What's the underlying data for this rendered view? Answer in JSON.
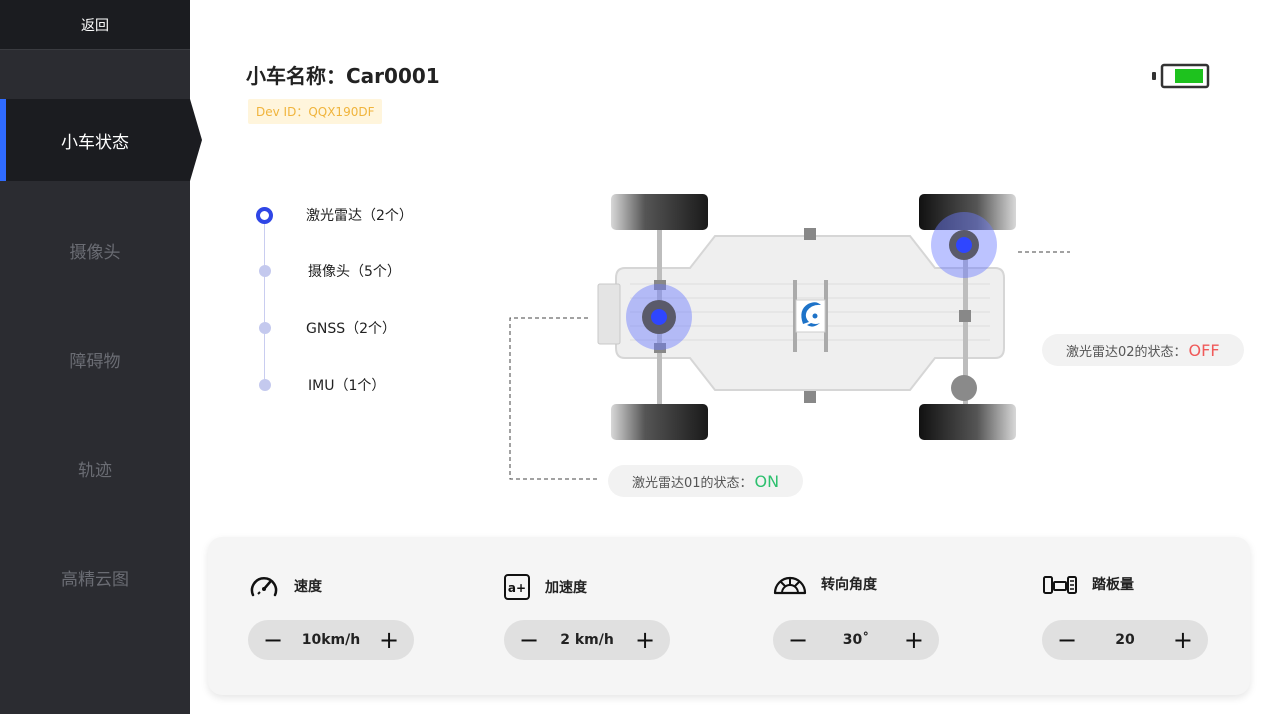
{
  "sidebar": {
    "back_label": "返回",
    "items": [
      {
        "label": "小车状态",
        "active": true
      },
      {
        "label": "摄像头",
        "active": false
      },
      {
        "label": "障碍物",
        "active": false
      },
      {
        "label": "轨迹",
        "active": false
      },
      {
        "label": "高精云图",
        "active": false
      }
    ]
  },
  "header": {
    "car_name": "小车名称：Car0001",
    "dev_id": "Dev ID：QQX190DF",
    "battery_level": 0.7
  },
  "sensors": [
    {
      "label": "激光雷达（2个）",
      "active": true
    },
    {
      "label": "摄像头（5个）",
      "active": false
    },
    {
      "label": "GNSS（2个）",
      "active": false
    },
    {
      "label": "IMU（1个）",
      "active": false
    }
  ],
  "lidar_status": {
    "lidar01": {
      "label": "激光雷达01的状态：",
      "value": "ON"
    },
    "lidar02": {
      "label": "激光雷达02的状态：",
      "value": "OFF"
    }
  },
  "controls": {
    "speed": {
      "label": "速度",
      "value": "10km/h",
      "minus": "−",
      "plus": "+"
    },
    "acceleration": {
      "label": "加速度",
      "value": "2 km/h",
      "minus": "−",
      "plus": "+"
    },
    "steering": {
      "label": "转向角度",
      "value": "30˚",
      "minus": "−",
      "plus": "+"
    },
    "pedal": {
      "label": "踏板量",
      "value": "20",
      "minus": "−",
      "plus": "+"
    }
  },
  "icons": {
    "acceleration_glyph": "a+"
  },
  "colors": {
    "accent": "#2f6bff",
    "sensor_active": "#2f46e6",
    "on": "#2ec06f",
    "off": "#f05a5a",
    "battery": "#1ec21e"
  }
}
